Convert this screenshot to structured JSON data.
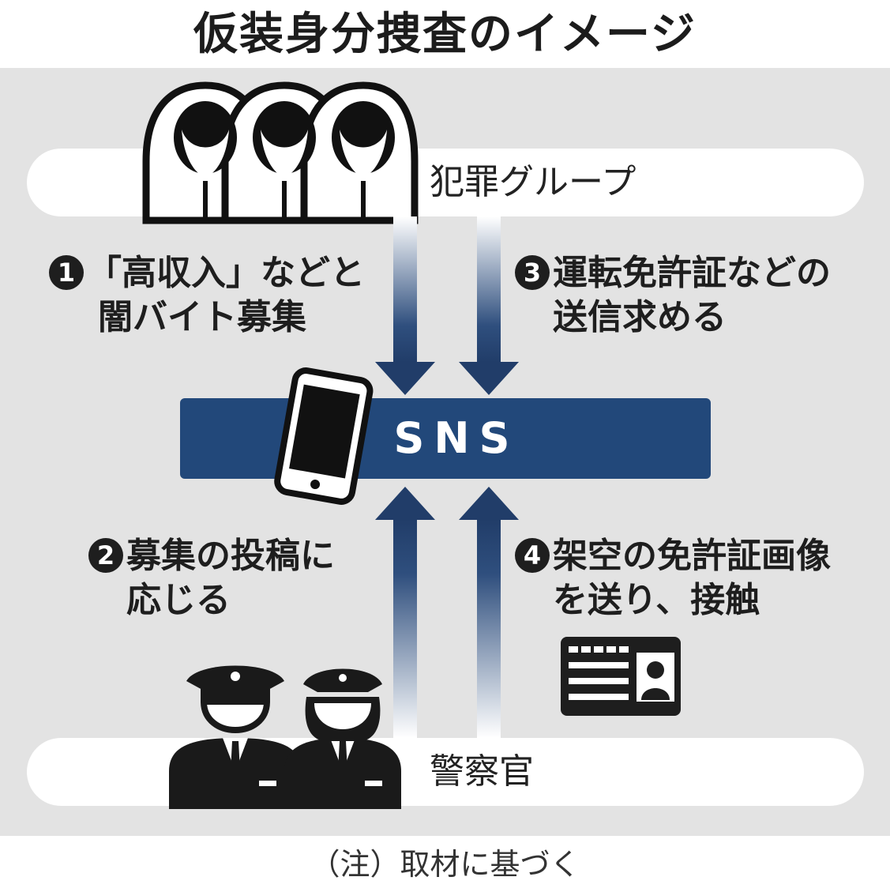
{
  "title": "仮装身分捜査のイメージ",
  "groups": {
    "criminal": "犯罪グループ",
    "police": "警察官"
  },
  "center": {
    "label": "SNS"
  },
  "steps": [
    {
      "number": "1",
      "line1": "「高収入」などと",
      "line2": "闇バイト募集"
    },
    {
      "number": "2",
      "line1": "募集の投稿に",
      "line2": "応じる"
    },
    {
      "number": "3",
      "line1": "運転免許証などの",
      "line2": "送信求める"
    },
    {
      "number": "4",
      "line1": "架空の免許証画像",
      "line2": "を送り、接触"
    }
  ],
  "note": "（注）取材に基づく",
  "icons": {
    "criminals": "hooded-figure-icon",
    "phone": "smartphone-icon",
    "license": "id-card-icon",
    "officers": "police-officer-icon"
  },
  "colors": {
    "panel": "#e3e3e3",
    "sns_bar": "#22487a",
    "arrow": "#213d69",
    "ink": "#1e1e1e"
  }
}
